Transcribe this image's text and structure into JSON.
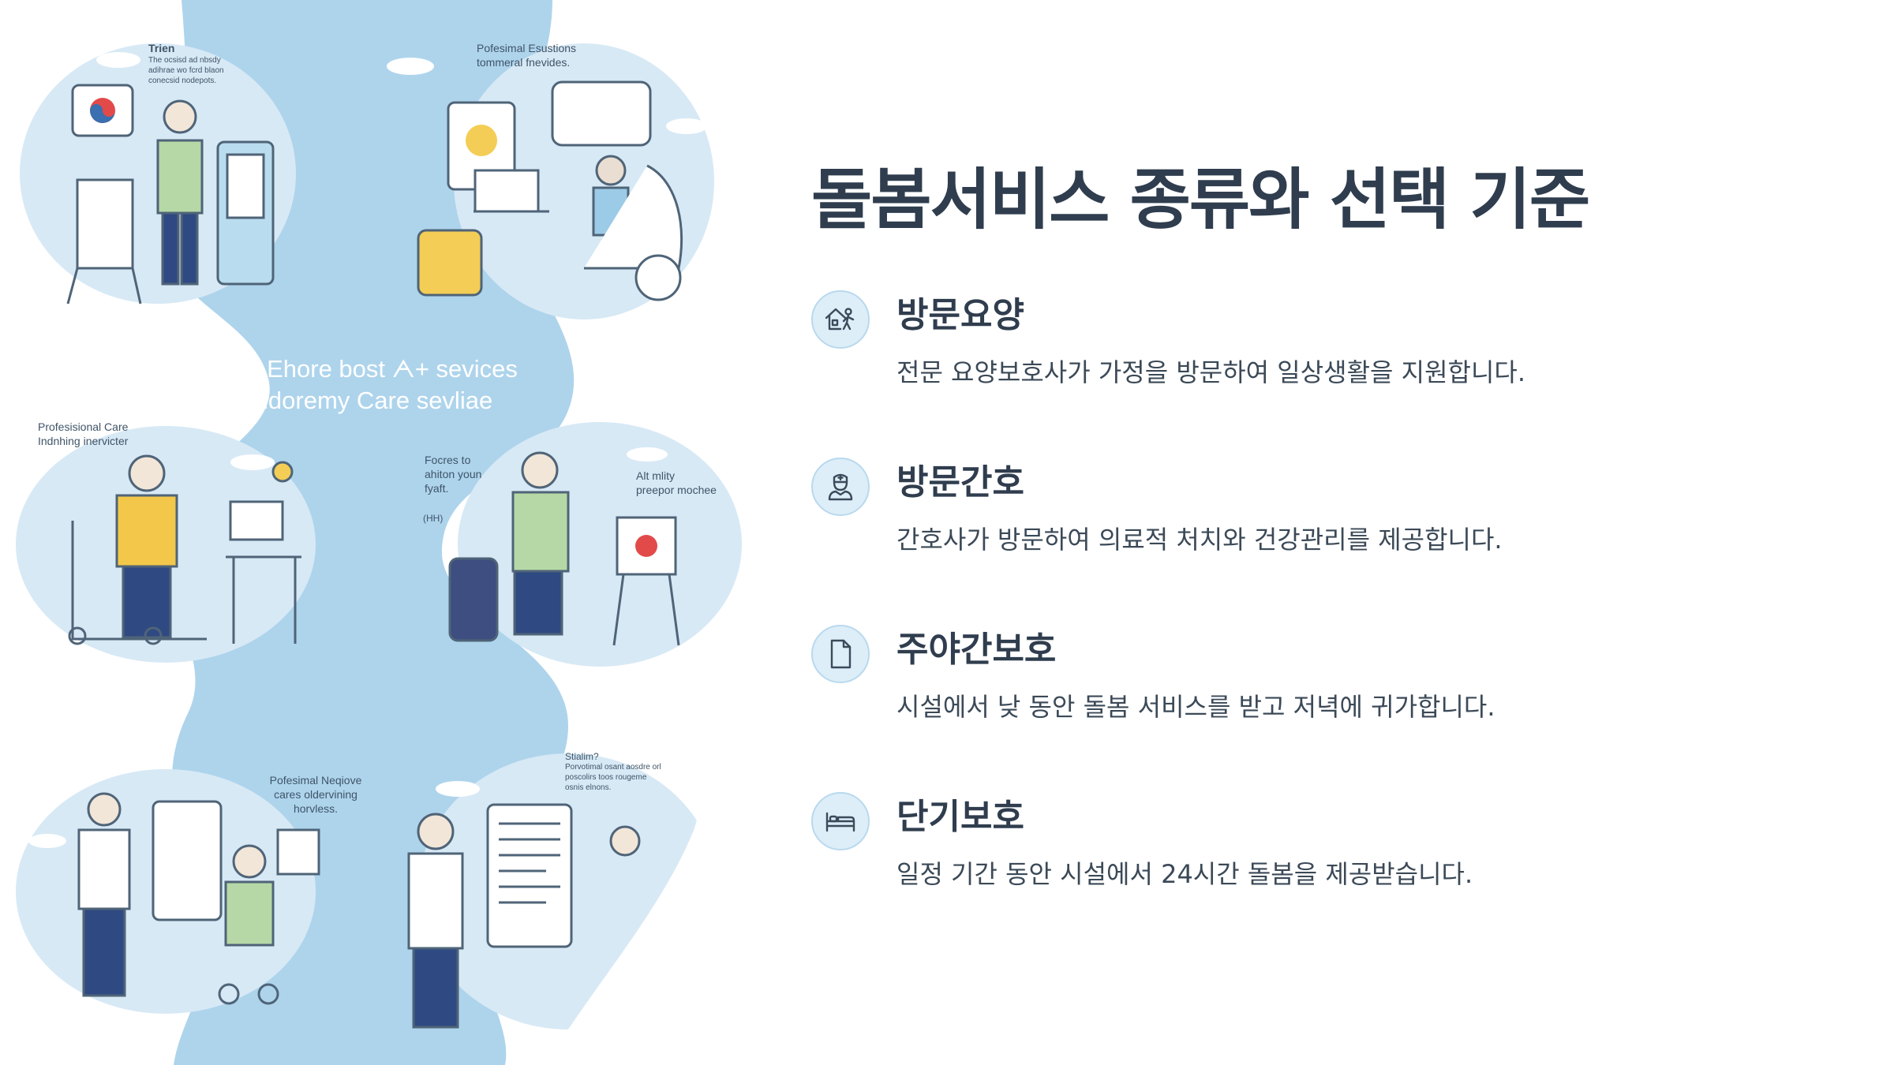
{
  "slide": {
    "title": "돌봄서비스 종류와 선택 기준"
  },
  "illustration": {
    "headline": "Yor Ehore bost ᗅ⁠+ sevices\neldoremy Care sevliae",
    "captions": {
      "top_left_title": "Trien",
      "top_left_body": "The ocsisd ad nbsdy\nadihrae wo fcrd blaon\nconecsid nodepots.",
      "top_right": "Pofesimal Esustions\ntommeral fnevides.",
      "mid_left": "Profesisional Care\nIndnhing inervicter",
      "mid_center": "Focres to\nahiton youn\nfyaft.",
      "mid_right": "Alt mlity\npreepor mochee",
      "bottom_center": "Pofesimal Neqiove\ncares oldervining\nhorvless.",
      "bottom_right_title": "Stialim?",
      "bottom_right_body": "Porvotimal osant aosdre orl\nposcolirs toos rougeme\nosnis elnons.",
      "badge": "(HH)"
    }
  },
  "services": [
    {
      "icon": "home-visit-person-icon",
      "title": "방문요양",
      "description": "전문 요양보호사가 가정을 방문하여 일상생활을 지원합니다."
    },
    {
      "icon": "nurse-icon",
      "title": "방문간호",
      "description": "간호사가 방문하여 의료적 처치와 건강관리를 제공합니다."
    },
    {
      "icon": "document-icon",
      "title": "주야간보호",
      "description": "시설에서 낮 동안 돌봄 서비스를 받고 저녁에 귀가합니다."
    },
    {
      "icon": "bed-icon",
      "title": "단기보호",
      "description": "일정 기간 동안 시설에서 24시간 돌봄을 제공받습니다."
    }
  ],
  "colors": {
    "title": "#2f3d4e",
    "body_text": "#3b4957",
    "icon_circle": "#ddeef8",
    "icon_stroke": "#3d4a5a",
    "illustration_blue": "#aed4ec",
    "illustration_light": "#d7e9f5"
  }
}
